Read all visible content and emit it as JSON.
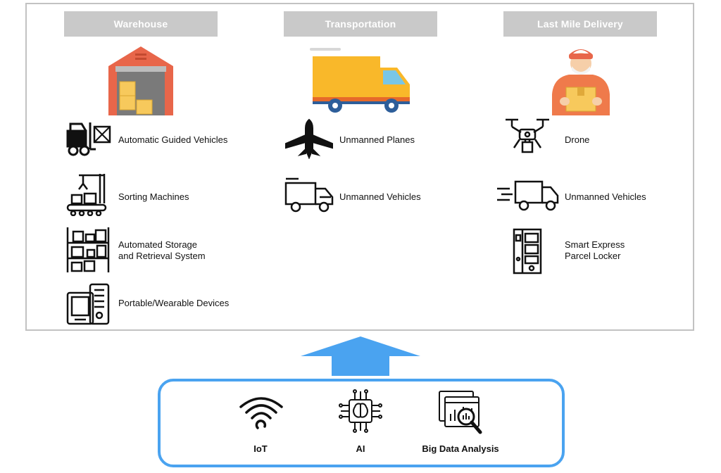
{
  "columns": [
    {
      "header": "Warehouse",
      "items": [
        {
          "label": "Automatic Guided Vehicles",
          "icon": "forklift-icon"
        },
        {
          "label": "Sorting Machines",
          "icon": "sorting-machine-icon"
        },
        {
          "label": "Automated Storage",
          "label2": "and Retrieval System",
          "icon": "storage-rack-icon"
        },
        {
          "label": "Portable/Wearable Devices",
          "icon": "wearable-device-icon"
        }
      ],
      "hero_icon": "warehouse-icon"
    },
    {
      "header": "Transportation",
      "items": [
        {
          "label": "Unmanned Planes",
          "icon": "plane-icon"
        },
        {
          "label": "Unmanned Vehicles",
          "icon": "truck-icon"
        }
      ],
      "hero_icon": "delivery-truck-icon"
    },
    {
      "header": "Last Mile Delivery",
      "items": [
        {
          "label": "Drone",
          "icon": "drone-icon"
        },
        {
          "label": "Unmanned Vehicles",
          "icon": "fast-truck-icon"
        },
        {
          "label": "Smart Express",
          "label2": "Parcel Locker",
          "icon": "parcel-locker-icon"
        }
      ],
      "hero_icon": "courier-icon"
    }
  ],
  "technologies": [
    {
      "label": "IoT",
      "icon": "wifi-icon"
    },
    {
      "label": "AI",
      "icon": "ai-chip-icon"
    },
    {
      "label": "Big Data Analysis",
      "icon": "data-analysis-icon"
    }
  ],
  "colors": {
    "header_bg": "#c9c9c9",
    "frame_border": "#c2c2c2",
    "accent_blue": "#4aa3f0",
    "warehouse_red": "#e8664a",
    "truck_yellow": "#f9b82a"
  }
}
